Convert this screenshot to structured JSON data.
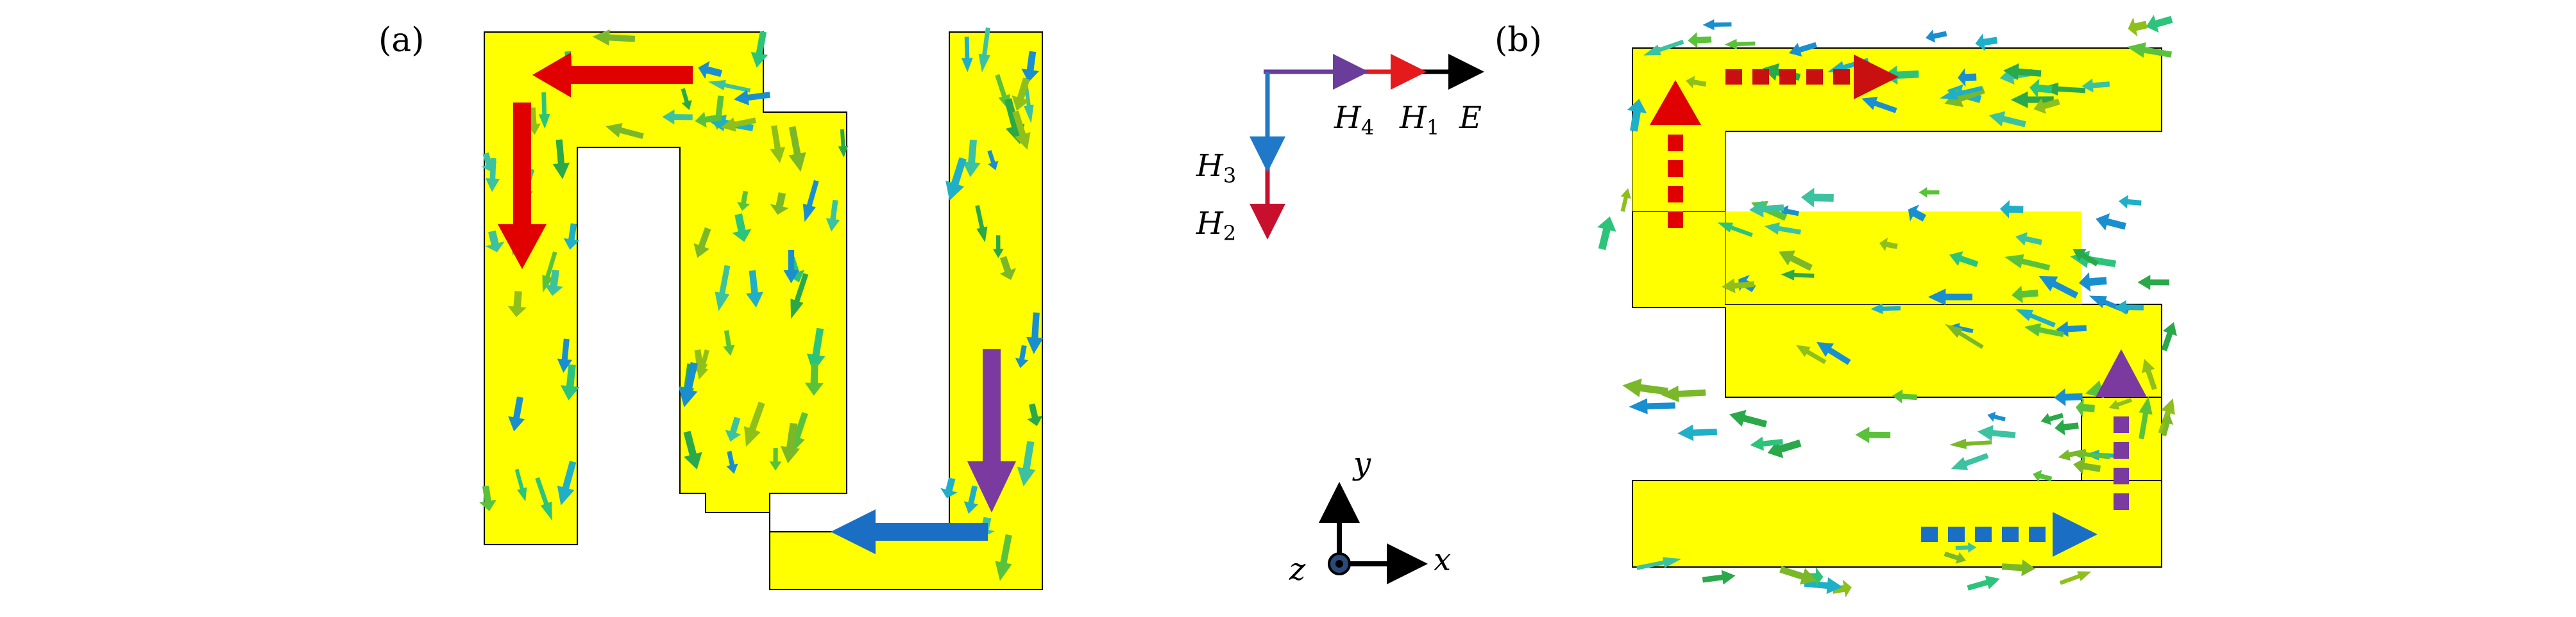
{
  "panels": {
    "a_label": "(a)",
    "b_label": "(b)"
  },
  "legend": {
    "h4": {
      "main": "H",
      "sub": "4"
    },
    "h1": {
      "main": "H",
      "sub": "1"
    },
    "e": {
      "main": "E"
    },
    "h3": {
      "main": "H",
      "sub": "3"
    },
    "h2": {
      "main": "H",
      "sub": "2"
    }
  },
  "axes": {
    "y": "y",
    "x": "x",
    "z": "z"
  },
  "colors": {
    "structure_fill": "#ffff00",
    "structure_stroke": "#000000",
    "e_field": "#000000",
    "h1": "#e41a1c",
    "h2": "#c8102e",
    "h3": "#1f78c8",
    "h4": "#6a3d9a",
    "mode_red": "#e00000",
    "mode_purple": "#7a3aa0",
    "mode_blue": "#1a6fc4"
  }
}
